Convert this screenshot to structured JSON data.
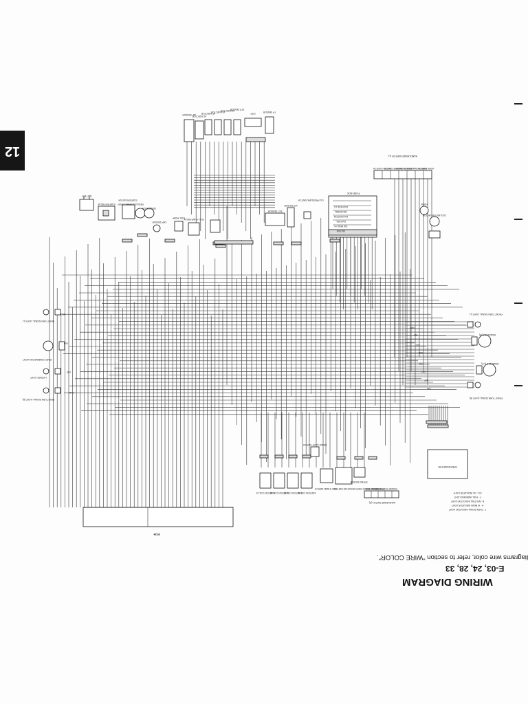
{
  "page": {
    "tab_number": "12",
    "title": "WIRING DIAGRAM",
    "models": "E-03, 24, 28, 33",
    "note": "Wiring diagrams wire color, refer to section \"WIRE COLOR\"."
  },
  "diagram": {
    "top_components": [
      "IAP SENSOR",
      "#1 INJECTOR",
      "#2 INJECTOR",
      "#3 INJECTOR",
      "#4 INJECTOR",
      "STP SENSOR",
      "ISTP",
      "TP SENSOR"
    ],
    "left_components": [
      "BATTERY",
      "STARTER RELAY",
      "STARTER MOTOR",
      "REGULATOR/RECTIFIER",
      "GENERATOR",
      "CKP SENSOR",
      "FUEL PUMP",
      "FUEL PUMP RELAY"
    ],
    "mid_components": [
      "ECT SENSOR",
      "IAT SENSOR",
      "OIL PRESSURE SWITCH",
      "FUSE BOX"
    ],
    "fuse_box_items": [
      "15A  HEAD LO",
      "10A  SIGNAL",
      "10A  IGNITION",
      "10A  FUEL",
      "15A  HEAD HI",
      "15A  FAN"
    ],
    "right_components": [
      "HANDLEBAR SWITCH (L)",
      "HORN",
      "COOLING FAN MOTOR",
      "FRONT TURN SIGNAL LIGHT (L)",
      "HEADLIGHT (HI)",
      "HEADLIGHT (LO)",
      "FRONT TURN SIGNAL LIGHT (R)"
    ],
    "handlebar_left_labels": [
      "HORN SWITCH",
      "TURN SIGNAL SWITCH",
      "PASSING SWITCH",
      "DIMMER SWITCH",
      "CLUTCH SWITCH"
    ],
    "left_lights": [
      "REAR TURN SIGNAL LIGHT (L)",
      "REAR COMBINATION LIGHT",
      "LICENSE LIGHT",
      "REAR TURN SIGNAL LIGHT (R)"
    ],
    "bottom_components": [
      "ECM",
      "IGNITION COIL #1",
      "IGNITION COIL #2",
      "IGNITION COIL #3",
      "IGNITION COIL #4",
      "SIDE STAND SWITCH",
      "IGNITION SWITCH",
      "HANDLEBAR SWITCH (R)",
      "SPEED SENSOR",
      "BRAKE LIGHT SWITCH"
    ],
    "handlebar_right_labels": [
      "ENGINE STOP SWITCH",
      "STARTER SWITCH",
      "FRONT BRAKE SWITCH"
    ],
    "meter": "SPEEDOMETER",
    "legend": [
      "T : TURN SIGNAL INDICATOR LIGHT",
      "H : HI BEAM INDICATOR LIGHT",
      "N : NEUTRAL INDICATOR LIGHT",
      "F : FUEL WARNING LIGHT",
      "OIL : OIL INDICATOR LIGHT"
    ],
    "wire_codes": [
      "B/W",
      "Y/W",
      "O/R",
      "Gr/W",
      "Lg/B",
      "B/Y",
      "Y/G",
      "W/B",
      "R/B",
      "O/G",
      "Bl/Y",
      "G/B"
    ]
  }
}
